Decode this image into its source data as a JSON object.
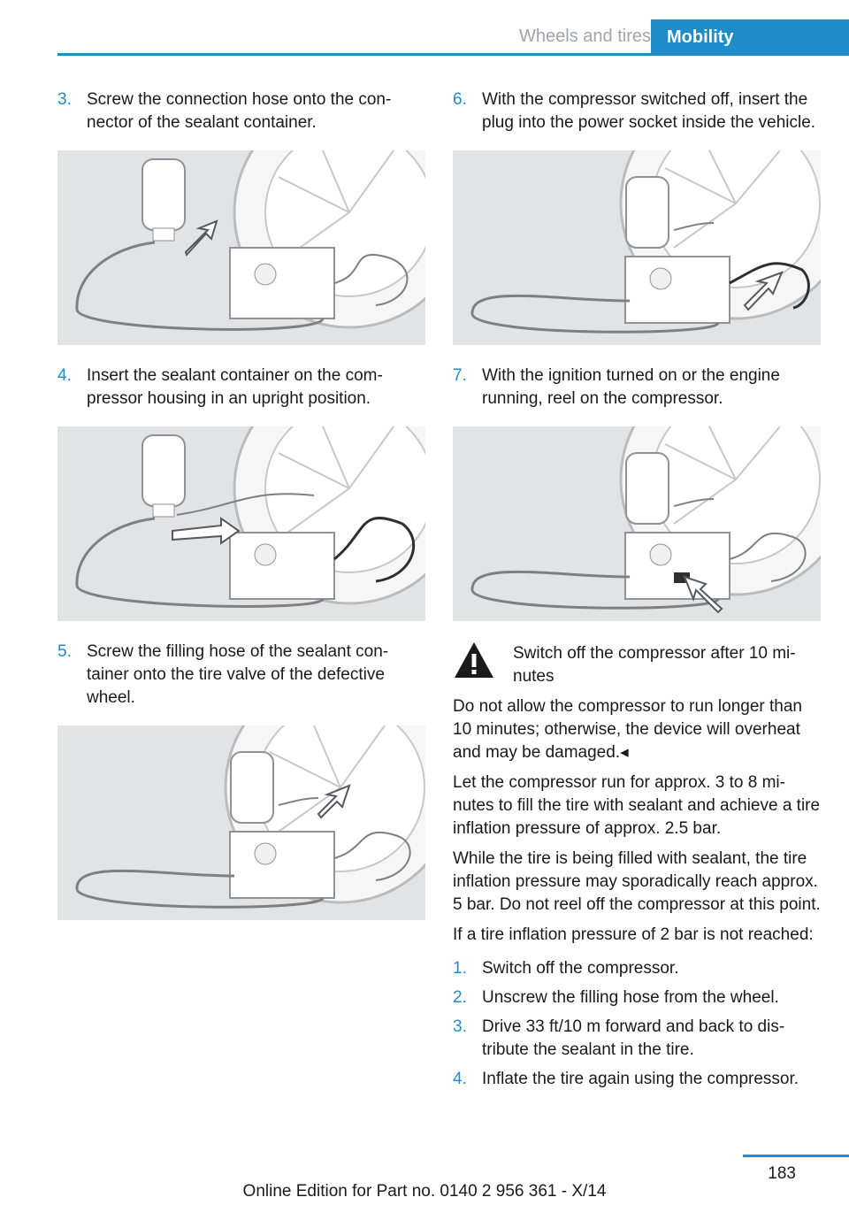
{
  "header": {
    "section": "Wheels and tires",
    "chapter": "Mobility"
  },
  "left": {
    "step3": {
      "num": "3.",
      "text": "Screw the connection hose onto the con‐nector of the sealant container."
    },
    "step4": {
      "num": "4.",
      "text": "Insert the sealant container on the com‐pressor housing in an upright position."
    },
    "step5": {
      "num": "5.",
      "text": "Screw the filling hose of the sealant con‐tainer onto the tire valve of the defective wheel."
    }
  },
  "right": {
    "step6": {
      "num": "6.",
      "text": "With the compressor switched off, insert the plug into the power socket inside the vehicle."
    },
    "step7": {
      "num": "7.",
      "text": "With the ignition turned on or the engine running, reel on the compressor."
    },
    "warning": {
      "title": "Switch off the compressor after 10 mi‐nutes",
      "body": "Do not allow the compressor to run longer than 10 minutes; otherwise, the device will overheat and may be damaged.◂"
    },
    "para1": "Let the compressor run for approx. 3 to 8 mi‐nutes to fill the tire with sealant and achieve a tire inflation pressure of approx. 2.5 bar.",
    "para2": "While the tire is being filled with sealant, the tire inflation pressure may sporadically reach approx. 5 bar. Do not reel off the compressor at this point.",
    "para3": "If a tire inflation pressure of 2 bar is not reached:",
    "sublist": [
      {
        "num": "1.",
        "text": "Switch off the compressor."
      },
      {
        "num": "2.",
        "text": "Unscrew the filling hose from the wheel."
      },
      {
        "num": "3.",
        "text": "Drive 33 ft/10 m forward and back to dis‐tribute the sealant in the tire."
      },
      {
        "num": "4.",
        "text": "Inflate the tire again using the compressor."
      }
    ]
  },
  "footer": {
    "page_number": "183",
    "edition": "Online Edition for Part no. 0140 2 956 361 - X/14"
  },
  "colors": {
    "accent": "#1e8cc8",
    "figure_bg": "#e2e3e4"
  }
}
